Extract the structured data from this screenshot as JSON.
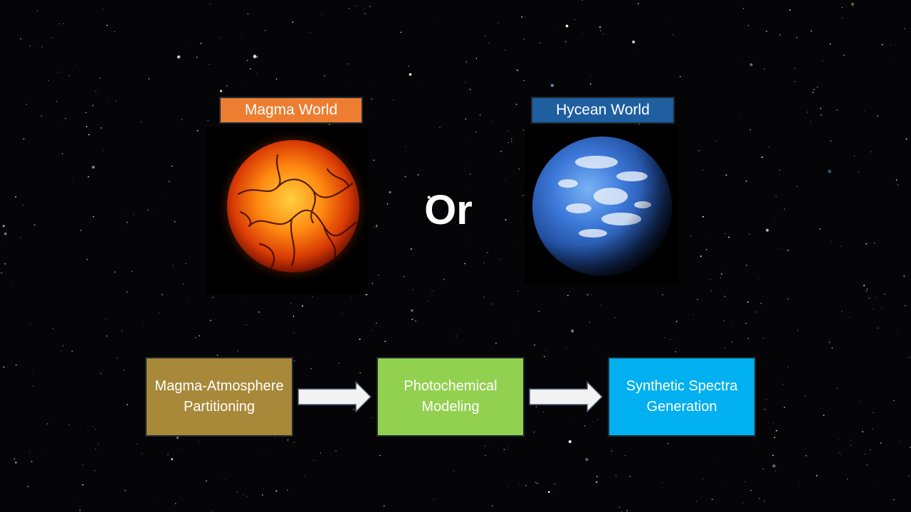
{
  "options": {
    "magma_label": "Magma World",
    "hycean_label": "Hycean World",
    "separator": "Or"
  },
  "pipeline": {
    "steps": [
      {
        "label": "Magma-Atmosphere Partitioning"
      },
      {
        "label": "Photochemical Modeling"
      },
      {
        "label": "Synthetic Spectra Generation"
      }
    ]
  },
  "colors": {
    "background": "#050507",
    "magma_label_bg": "#ed7d31",
    "hycean_label_bg": "#1f5fa0",
    "step1_bg": "#a8893a",
    "step2_bg": "#92d050",
    "step3_bg": "#00b0f0",
    "arrow_fill": "#f2f2f2"
  },
  "icons": {
    "magma_planet": "magma-planet-icon",
    "hycean_planet": "hycean-planet-icon",
    "arrow": "right-arrow-icon"
  }
}
